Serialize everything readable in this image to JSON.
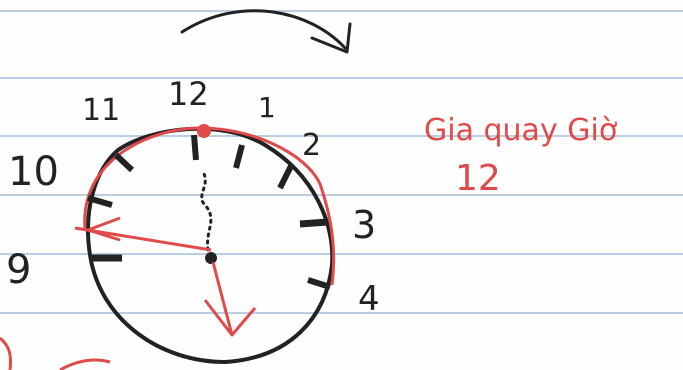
{
  "clock": {
    "numbers": [
      "12",
      "1",
      "2",
      "3",
      "4",
      "9",
      "10",
      "11"
    ]
  },
  "note": {
    "line1": "Gia quay Giờ",
    "line2": "12"
  },
  "colors": {
    "paper": "#fefefe",
    "rule_line": "#b9cde3",
    "ink_black": "#222222",
    "ink_red": "#e04a4a"
  }
}
